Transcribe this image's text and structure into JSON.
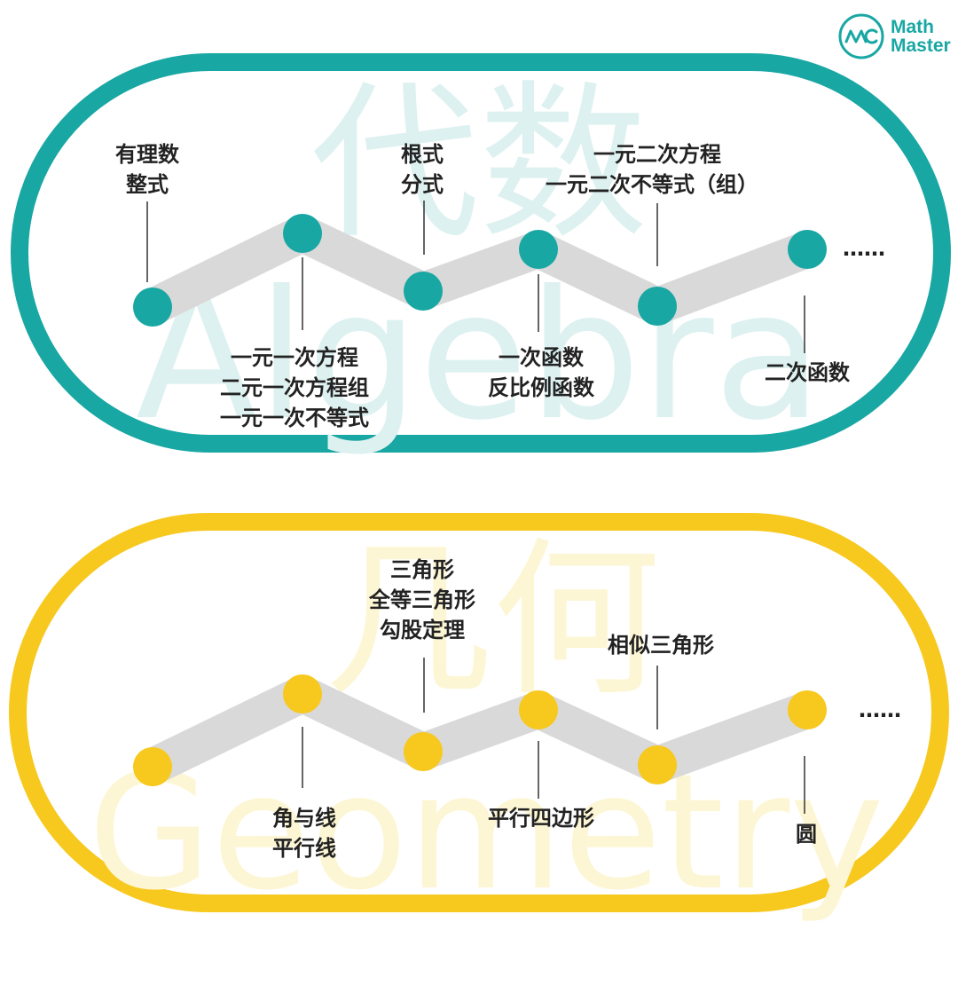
{
  "brand": {
    "name_line1": "Math",
    "name_line2": "Master",
    "icon": "mathmaster-logo-icon",
    "color": "#19A7A4"
  },
  "colors": {
    "algebra": "#19A7A4",
    "algebra_watermark": "#DDF1F0",
    "geometry": "#F7C81D",
    "geometry_watermark": "#FDF6D4",
    "track": "#D9D9D9",
    "text": "#222222"
  },
  "algebra": {
    "watermark_cn": "代数",
    "watermark_en": "Algebra",
    "ellipsis": "……",
    "labels": [
      {
        "lines": [
          "有理数",
          "整式"
        ]
      },
      {
        "lines": [
          "一元一次方程",
          "二元一次方程组",
          "一元一次不等式"
        ]
      },
      {
        "lines": [
          "根式",
          "分式"
        ]
      },
      {
        "lines": [
          "一次函数",
          "反比例函数"
        ]
      },
      {
        "lines": [
          "一元二次方程",
          "一元二次不等式（组）"
        ]
      },
      {
        "lines": [
          "二次函数"
        ]
      }
    ]
  },
  "geometry": {
    "watermark_cn": "几何",
    "watermark_en": "Geometry",
    "ellipsis": "……",
    "labels": [
      {
        "lines": [
          "角与线",
          "平行线"
        ]
      },
      {
        "lines": [
          "三角形",
          "全等三角形",
          "勾股定理"
        ]
      },
      {
        "lines": [
          "平行四边形"
        ]
      },
      {
        "lines": [
          "相似三角形"
        ]
      },
      {
        "lines": [
          "圆"
        ]
      }
    ]
  }
}
